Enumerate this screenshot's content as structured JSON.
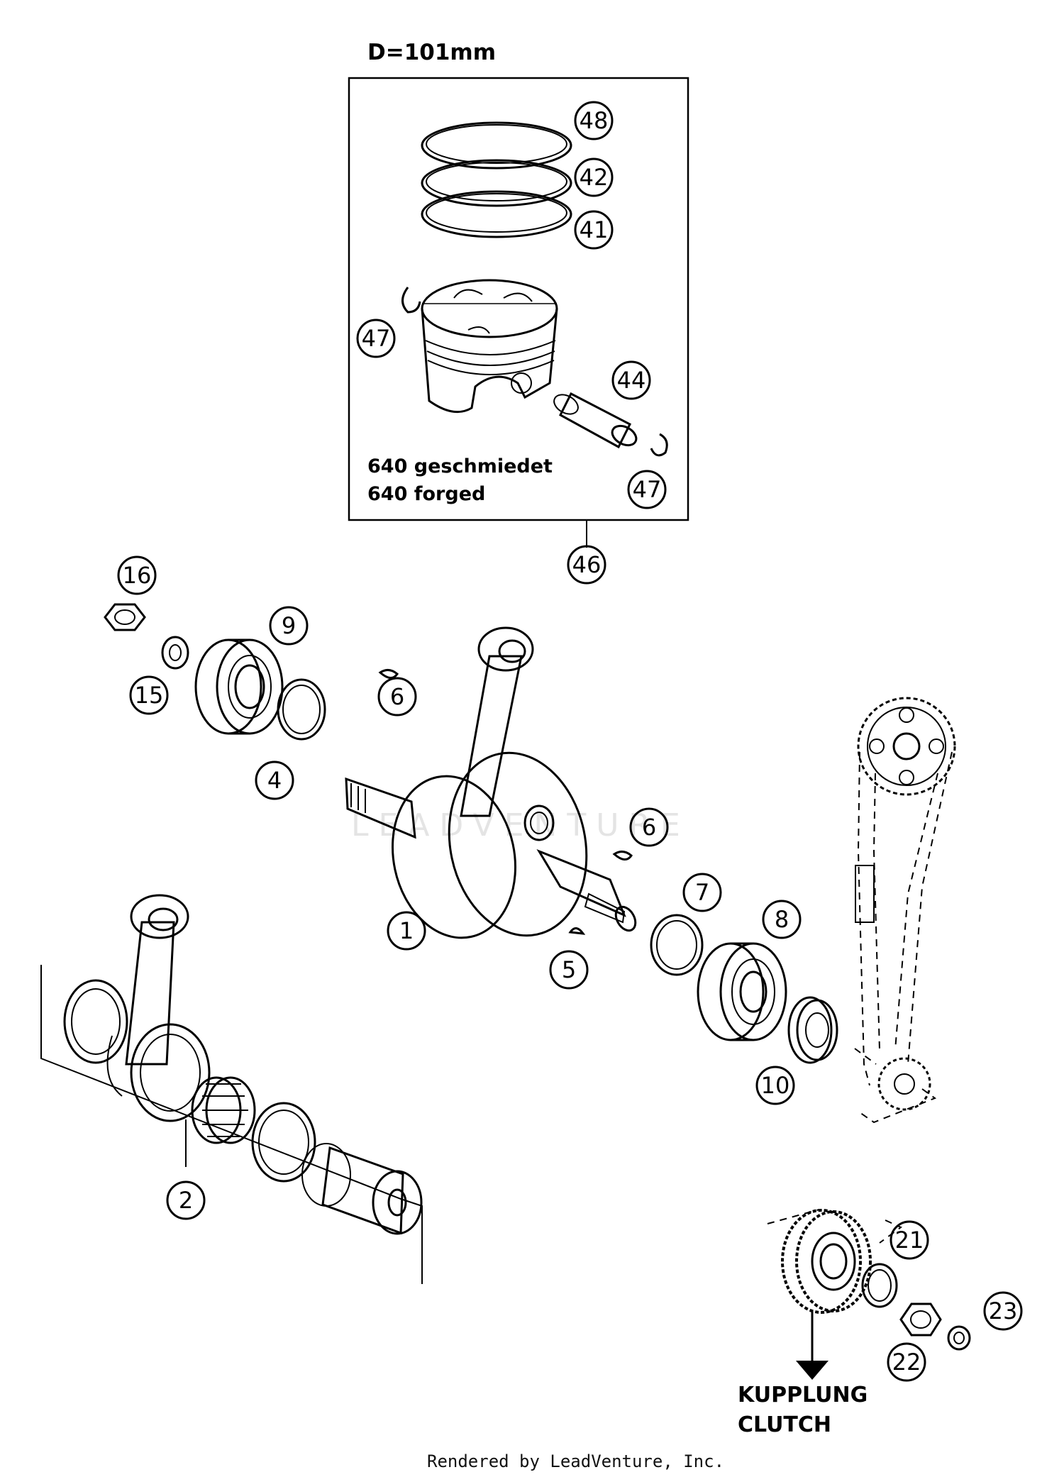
{
  "diagram": {
    "diameter_label": "D=101mm",
    "inset": {
      "line1": "640 geschmiedet",
      "line2": "640 forged"
    },
    "callouts": {
      "c48": "48",
      "c42": "42",
      "c41": "41",
      "c47a": "47",
      "c44": "44",
      "c47b": "47",
      "c46": "46",
      "c16": "16",
      "c9": "9",
      "c15": "15",
      "c4": "4",
      "c6a": "6",
      "c6b": "6",
      "c1": "1",
      "c7": "7",
      "c8": "8",
      "c5": "5",
      "c10": "10",
      "c2": "2",
      "c21": "21",
      "c23": "23",
      "c22": "22"
    },
    "clutch": {
      "line1": "KUPPLUNG",
      "line2": "CLUTCH"
    },
    "watermark": "LEADVENTURE",
    "footer": "Rendered by LeadVenture, Inc."
  }
}
